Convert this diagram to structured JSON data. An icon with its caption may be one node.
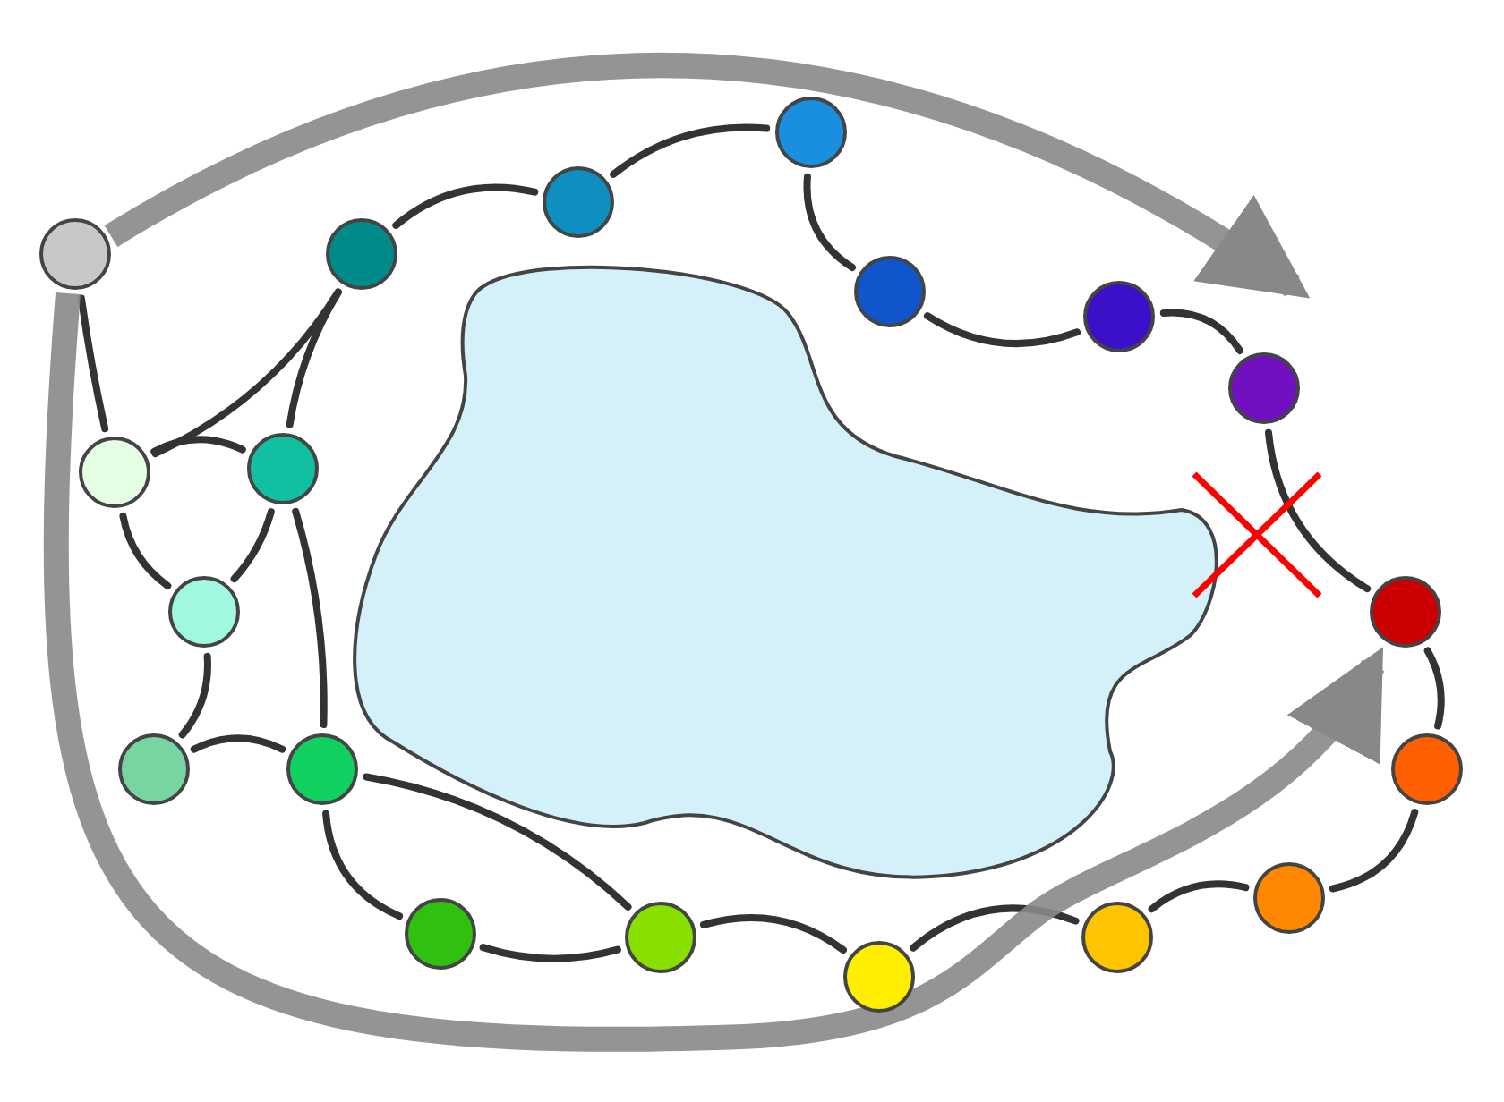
{
  "diagram": {
    "nodes": [
      {
        "text": [],
        "shape": "circle"
      },
      {
        "text": [],
        "shape": "circle"
      },
      {
        "text": [],
        "shape": "circle"
      },
      {
        "text": [],
        "shape": "circle"
      },
      {
        "text": [],
        "shape": "circle"
      },
      {
        "text": [],
        "shape": "circle"
      },
      {
        "text": [],
        "shape": "circle"
      },
      {
        "text": [],
        "shape": "circle"
      },
      {
        "text": [],
        "shape": "circle"
      },
      {
        "text": [],
        "shape": "circle"
      },
      {
        "text": [],
        "shape": "circle"
      },
      {
        "text": [],
        "shape": "circle"
      },
      {
        "text": [],
        "shape": "circle"
      },
      {
        "text": [],
        "shape": "circle"
      },
      {
        "text": [],
        "shape": "circle"
      },
      {
        "text": [],
        "shape": "circle"
      },
      {
        "text": [],
        "shape": "circle"
      },
      {
        "text": [],
        "shape": "circle"
      },
      {
        "text": [],
        "shape": "circle"
      }
    ],
    "edges": [
      {
        "from": 0,
        "to": 17,
        "arrow": "none"
      },
      {
        "from": 1,
        "to": 2,
        "arrow": "none"
      },
      {
        "from": 2,
        "to": 3,
        "arrow": "none"
      },
      {
        "from": 3,
        "to": 4,
        "arrow": "none"
      },
      {
        "from": 4,
        "to": 5,
        "arrow": "none"
      },
      {
        "from": 5,
        "to": 6,
        "arrow": "none"
      },
      {
        "from": 6,
        "to": 7,
        "arrow": "none"
      },
      {
        "from": 7,
        "to": 8,
        "arrow": "none"
      },
      {
        "from": 8,
        "to": 9,
        "arrow": "none"
      },
      {
        "from": 9,
        "to": 10,
        "arrow": "none"
      },
      {
        "from": 10,
        "to": 11,
        "arrow": "none"
      },
      {
        "from": 11,
        "to": 12,
        "arrow": "none"
      },
      {
        "from": 12,
        "to": 13,
        "arrow": "none"
      },
      {
        "from": 12,
        "to": 14,
        "arrow": "none"
      },
      {
        "from": 13,
        "to": 14,
        "arrow": "none"
      },
      {
        "from": 14,
        "to": 15,
        "arrow": "none"
      },
      {
        "from": 14,
        "to": 18,
        "arrow": "none"
      },
      {
        "from": 15,
        "to": 16,
        "arrow": "none"
      },
      {
        "from": 16,
        "to": 17,
        "arrow": "none"
      },
      {
        "from": 16,
        "to": 18,
        "arrow": "none"
      },
      {
        "from": 17,
        "to": 18,
        "arrow": "none"
      },
      {
        "from": 17,
        "to": 1,
        "arrow": "none"
      },
      {
        "from": 18,
        "to": 1,
        "arrow": "none"
      },
      {
        "from": 0,
        "to": 6,
        "arrow": "to",
        "style": "thick",
        "color": "#888888"
      },
      {
        "from": 0,
        "to": 7,
        "arrow": "to",
        "style": "thick",
        "color": "#888888"
      }
    ]
  }
}
